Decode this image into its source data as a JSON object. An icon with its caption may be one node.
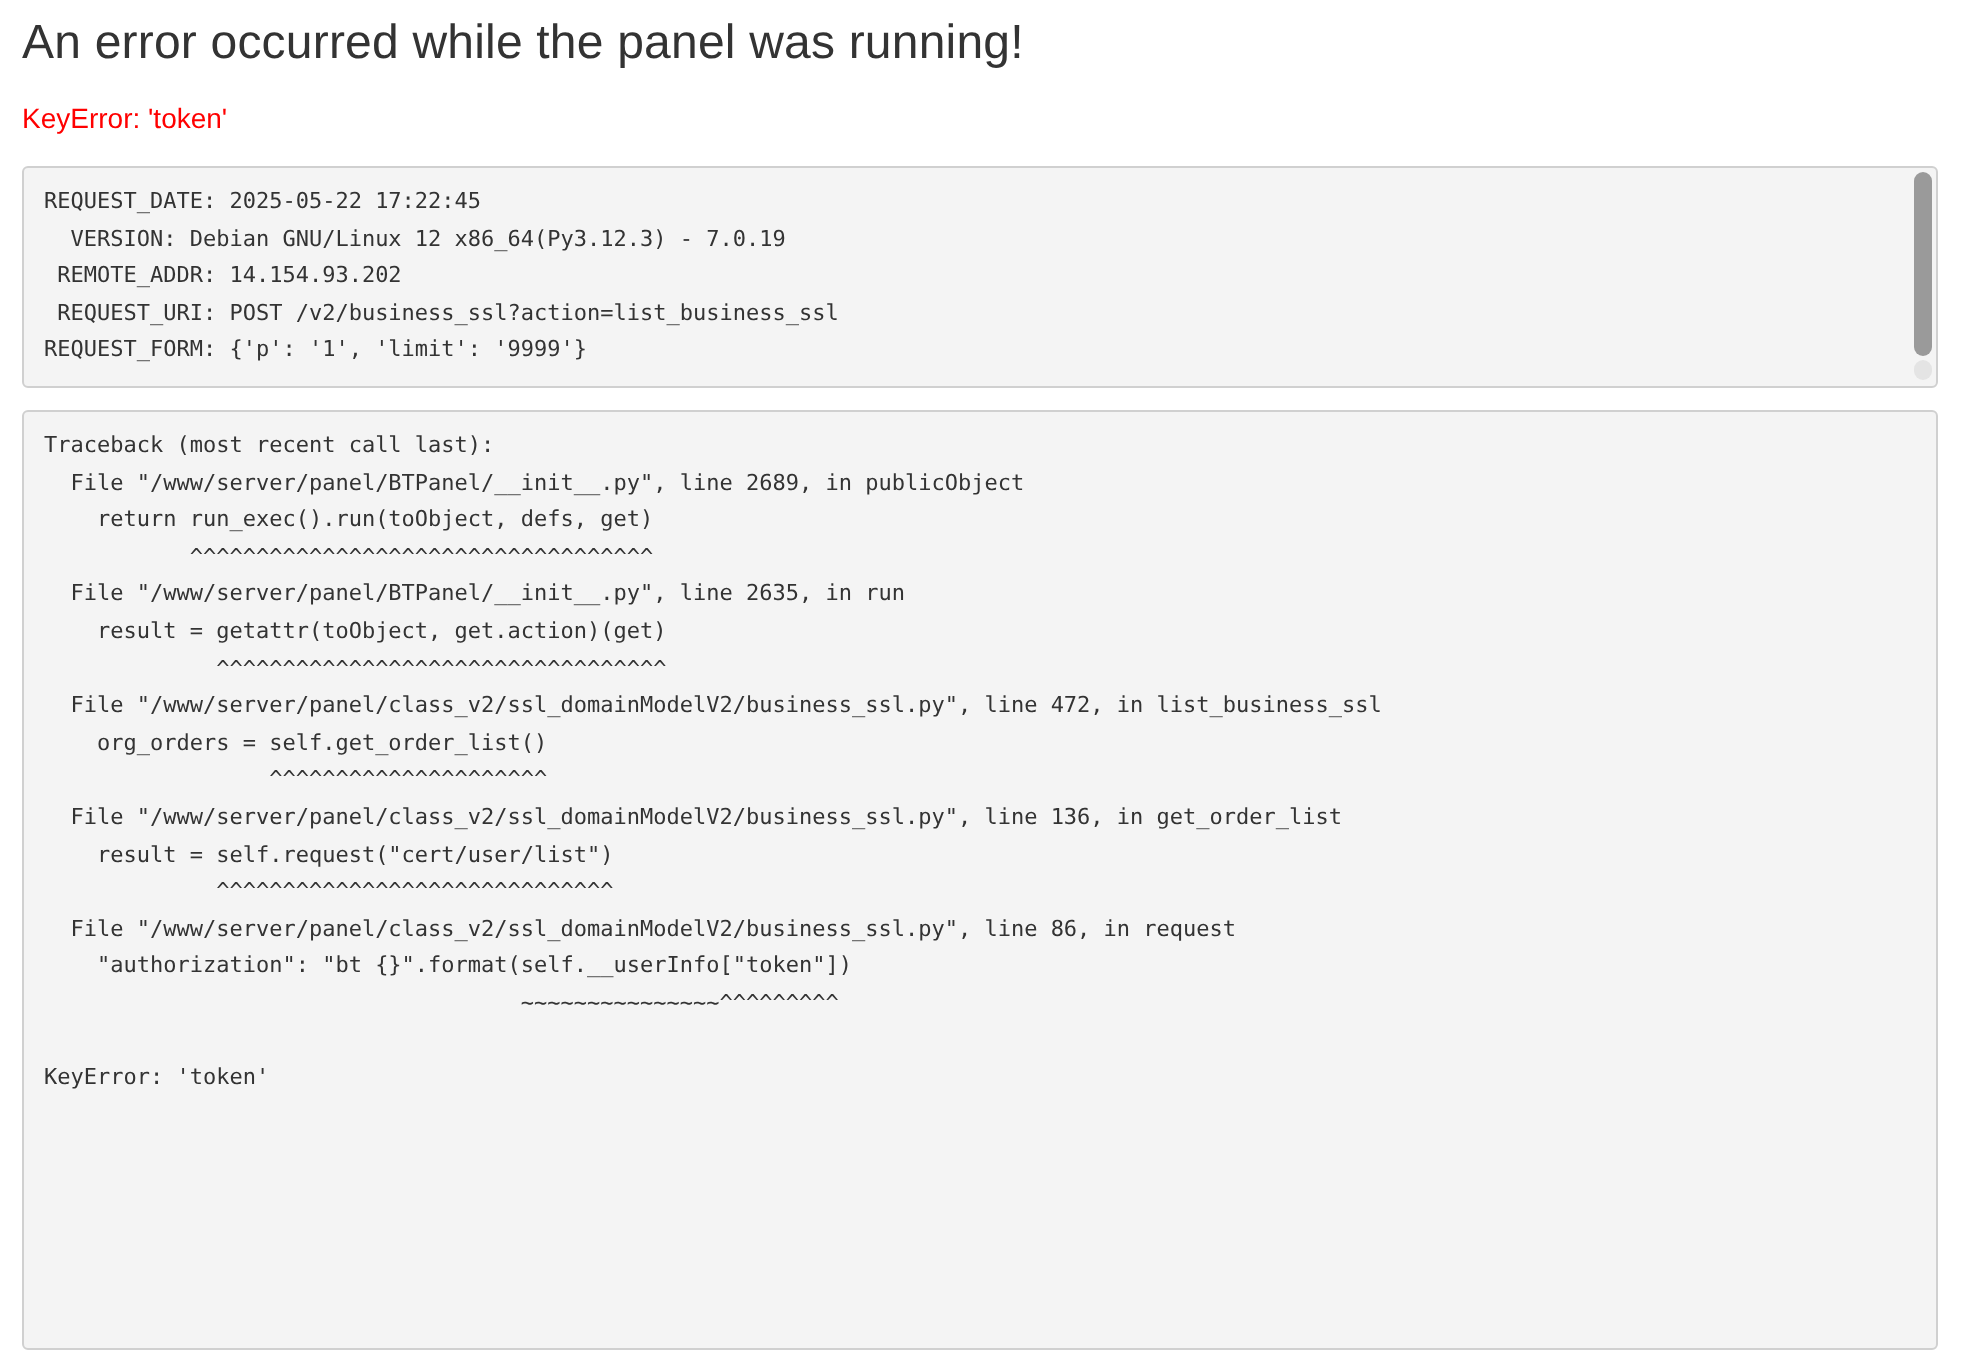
{
  "diagram": {
    "title": "An error occurred while the panel was running!",
    "labels": [
      "KeyError: 'token'"
    ],
    "nodes": [
      {
        "text": [
          "REQUEST_DATE: 2025-05-22 17:22:45",
          "  VERSION: Debian GNU/Linux 12 x86_64(Py3.12.3) - 7.0.19",
          " REMOTE_ADDR: 14.154.93.202",
          " REQUEST_URI: POST /v2/business_ssl?action=list_business_ssl",
          "REQUEST_FORM: {'p': '1', 'limit': '9999'}"
        ]
      },
      {
        "text": [
          "Traceback (most recent call last):",
          "  File \"/www/server/panel/BTPanel/__init__.py\", line 2689, in publicObject",
          "    return run_exec().run(toObject, defs, get)",
          "           ^^^^^^^^^^^^^^^^^^^^^^^^^^^^^^^^^^^",
          "  File \"/www/server/panel/BTPanel/__init__.py\", line 2635, in run",
          "    result = getattr(toObject, get.action)(get)",
          "             ^^^^^^^^^^^^^^^^^^^^^^^^^^^^^^^^^^",
          "  File \"/www/server/panel/class_v2/ssl_domainModelV2/business_ssl.py\", line 472, in list_business_ssl",
          "    org_orders = self.get_order_list()",
          "                 ^^^^^^^^^^^^^^^^^^^^^",
          "  File \"/www/server/panel/class_v2/ssl_domainModelV2/business_ssl.py\", line 136, in get_order_list",
          "    result = self.request(\"cert/user/list\")",
          "             ^^^^^^^^^^^^^^^^^^^^^^^^^^^^^^",
          "  File \"/www/server/panel/class_v2/ssl_domainModelV2/business_ssl.py\", line 86, in request",
          "    \"authorization\": \"bt {}\".format(self.__userInfo[\"token\"])",
          "                                    ~~~~~~~~~~~~~~~^^^^^^^^^",
          "KeyError: 'token'"
        ]
      }
    ]
  }
}
